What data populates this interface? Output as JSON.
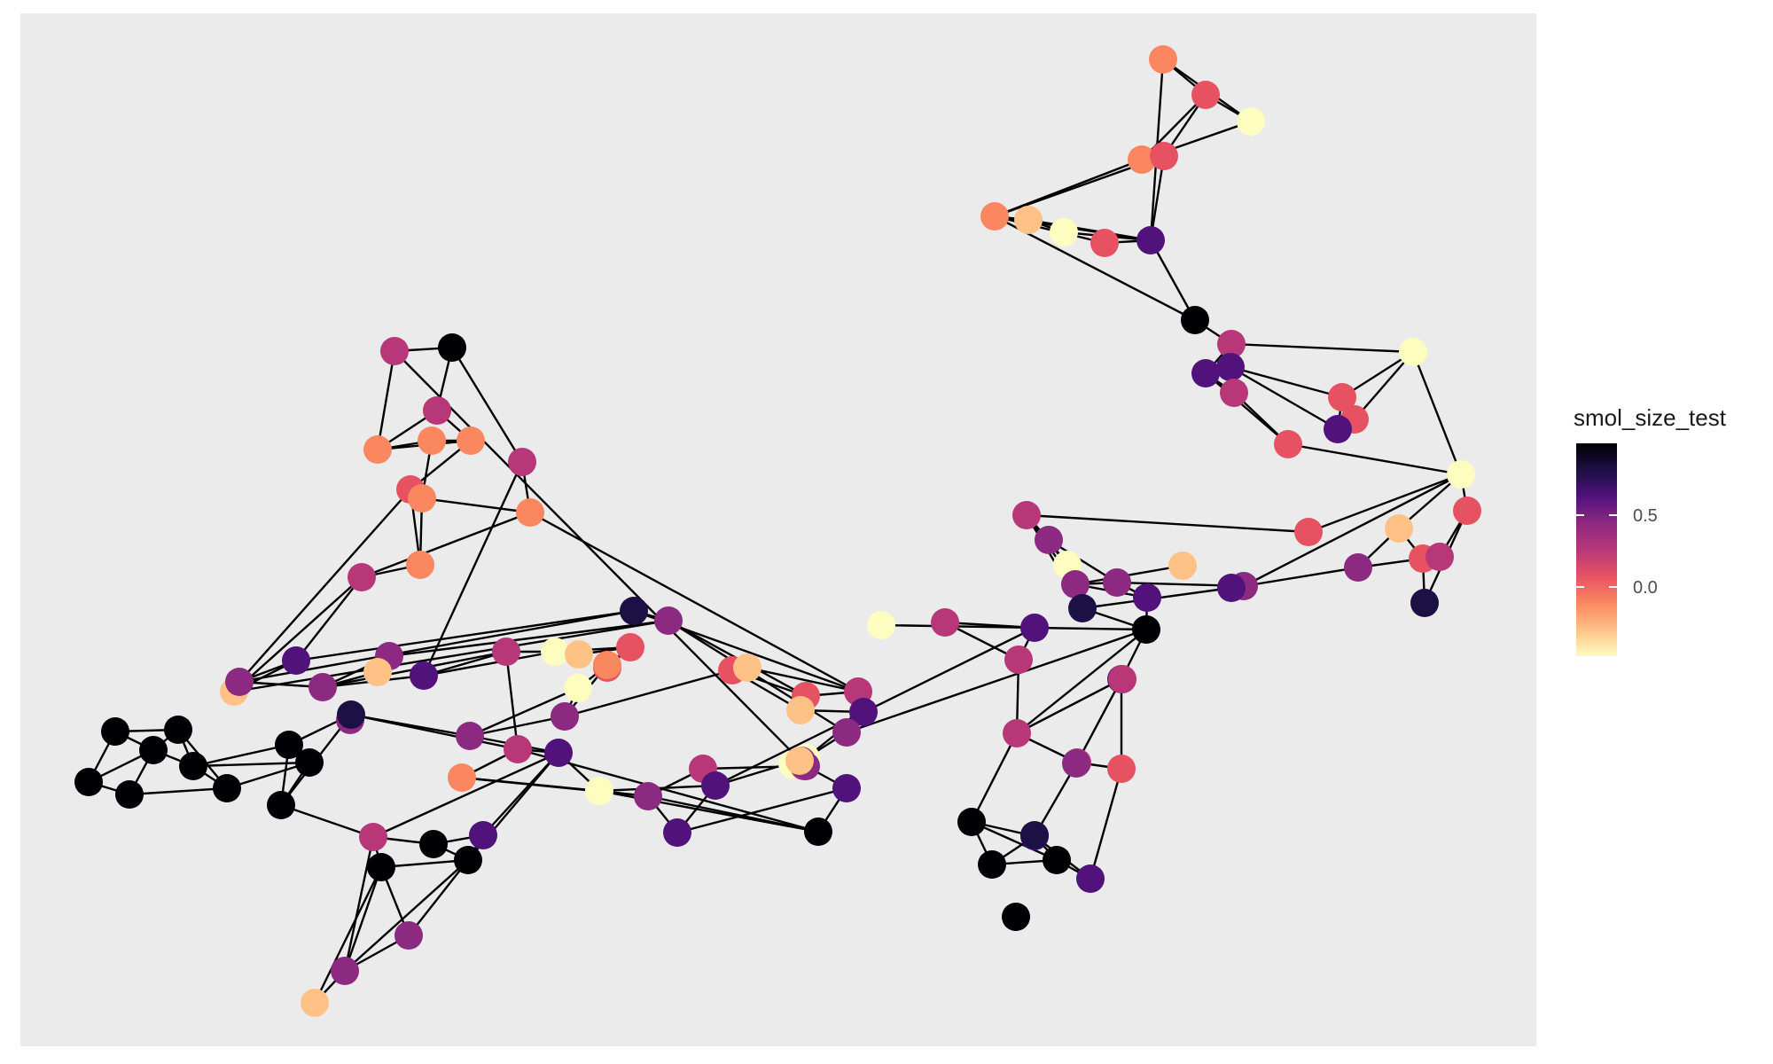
{
  "plot": {
    "type": "network-graph",
    "background": "#ebebeb",
    "edge_color": "#000000",
    "legend": {
      "title": "smol_size_test",
      "position": "right",
      "ticks": [
        {
          "label": "0.5",
          "value": 0.5
        },
        {
          "label": "0.0",
          "value": 0.0
        }
      ],
      "range": [
        -0.45,
        0.95
      ],
      "palette": [
        "#fcfdbf",
        "#fec287",
        "#fb8761",
        "#e75263",
        "#b73779",
        "#8c2981",
        "#51127c",
        "#1c1044",
        "#000004"
      ]
    },
    "component_count": 2
  }
}
